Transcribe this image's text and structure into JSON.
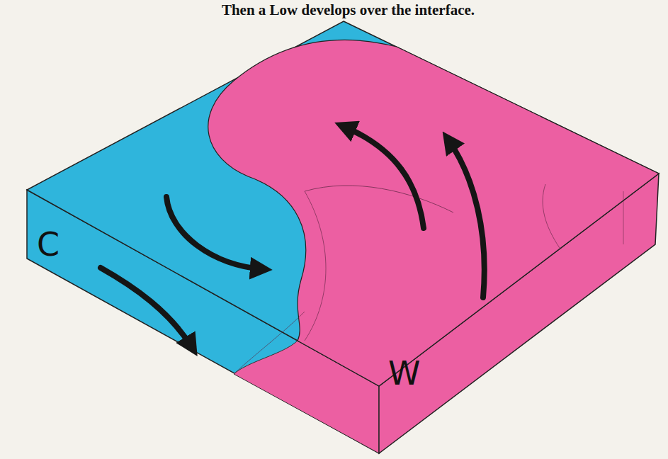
{
  "diagram": {
    "title": "Then a Low develops over the interface.",
    "labels": [
      "C",
      "W"
    ]
  }
}
